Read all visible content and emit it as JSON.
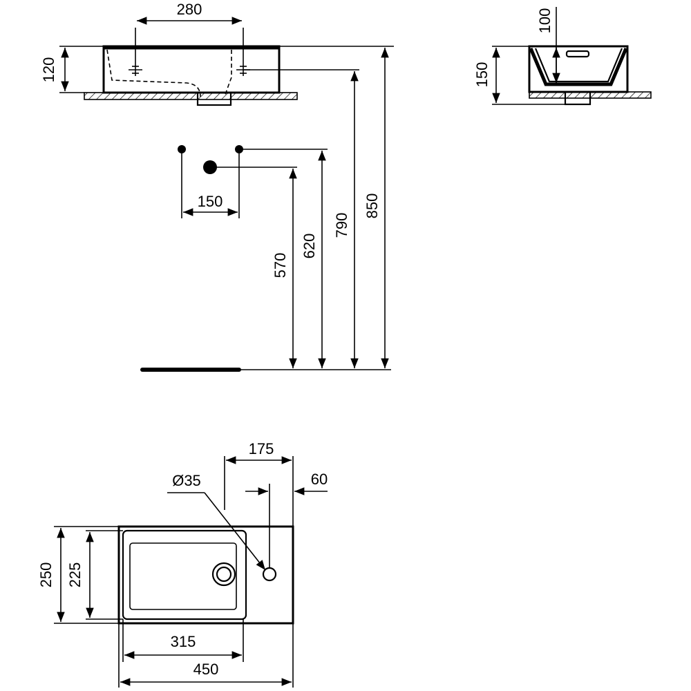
{
  "front_view": {
    "height": "120",
    "tap_spacing": "280"
  },
  "side_view": {
    "height": "150",
    "depth_to_overflow": "100"
  },
  "connections": {
    "supply_spacing": "150",
    "waste_height": "570",
    "supply_height": "620",
    "overflow_height": "790",
    "rim_height": "850"
  },
  "plan_view": {
    "tap_offset": "175",
    "tap_hole_diameter": "Ø35",
    "tap_hole_edge": "60",
    "outer_depth": "250",
    "bowl_depth": "225",
    "bowl_width": "315",
    "overall_width": "450"
  }
}
